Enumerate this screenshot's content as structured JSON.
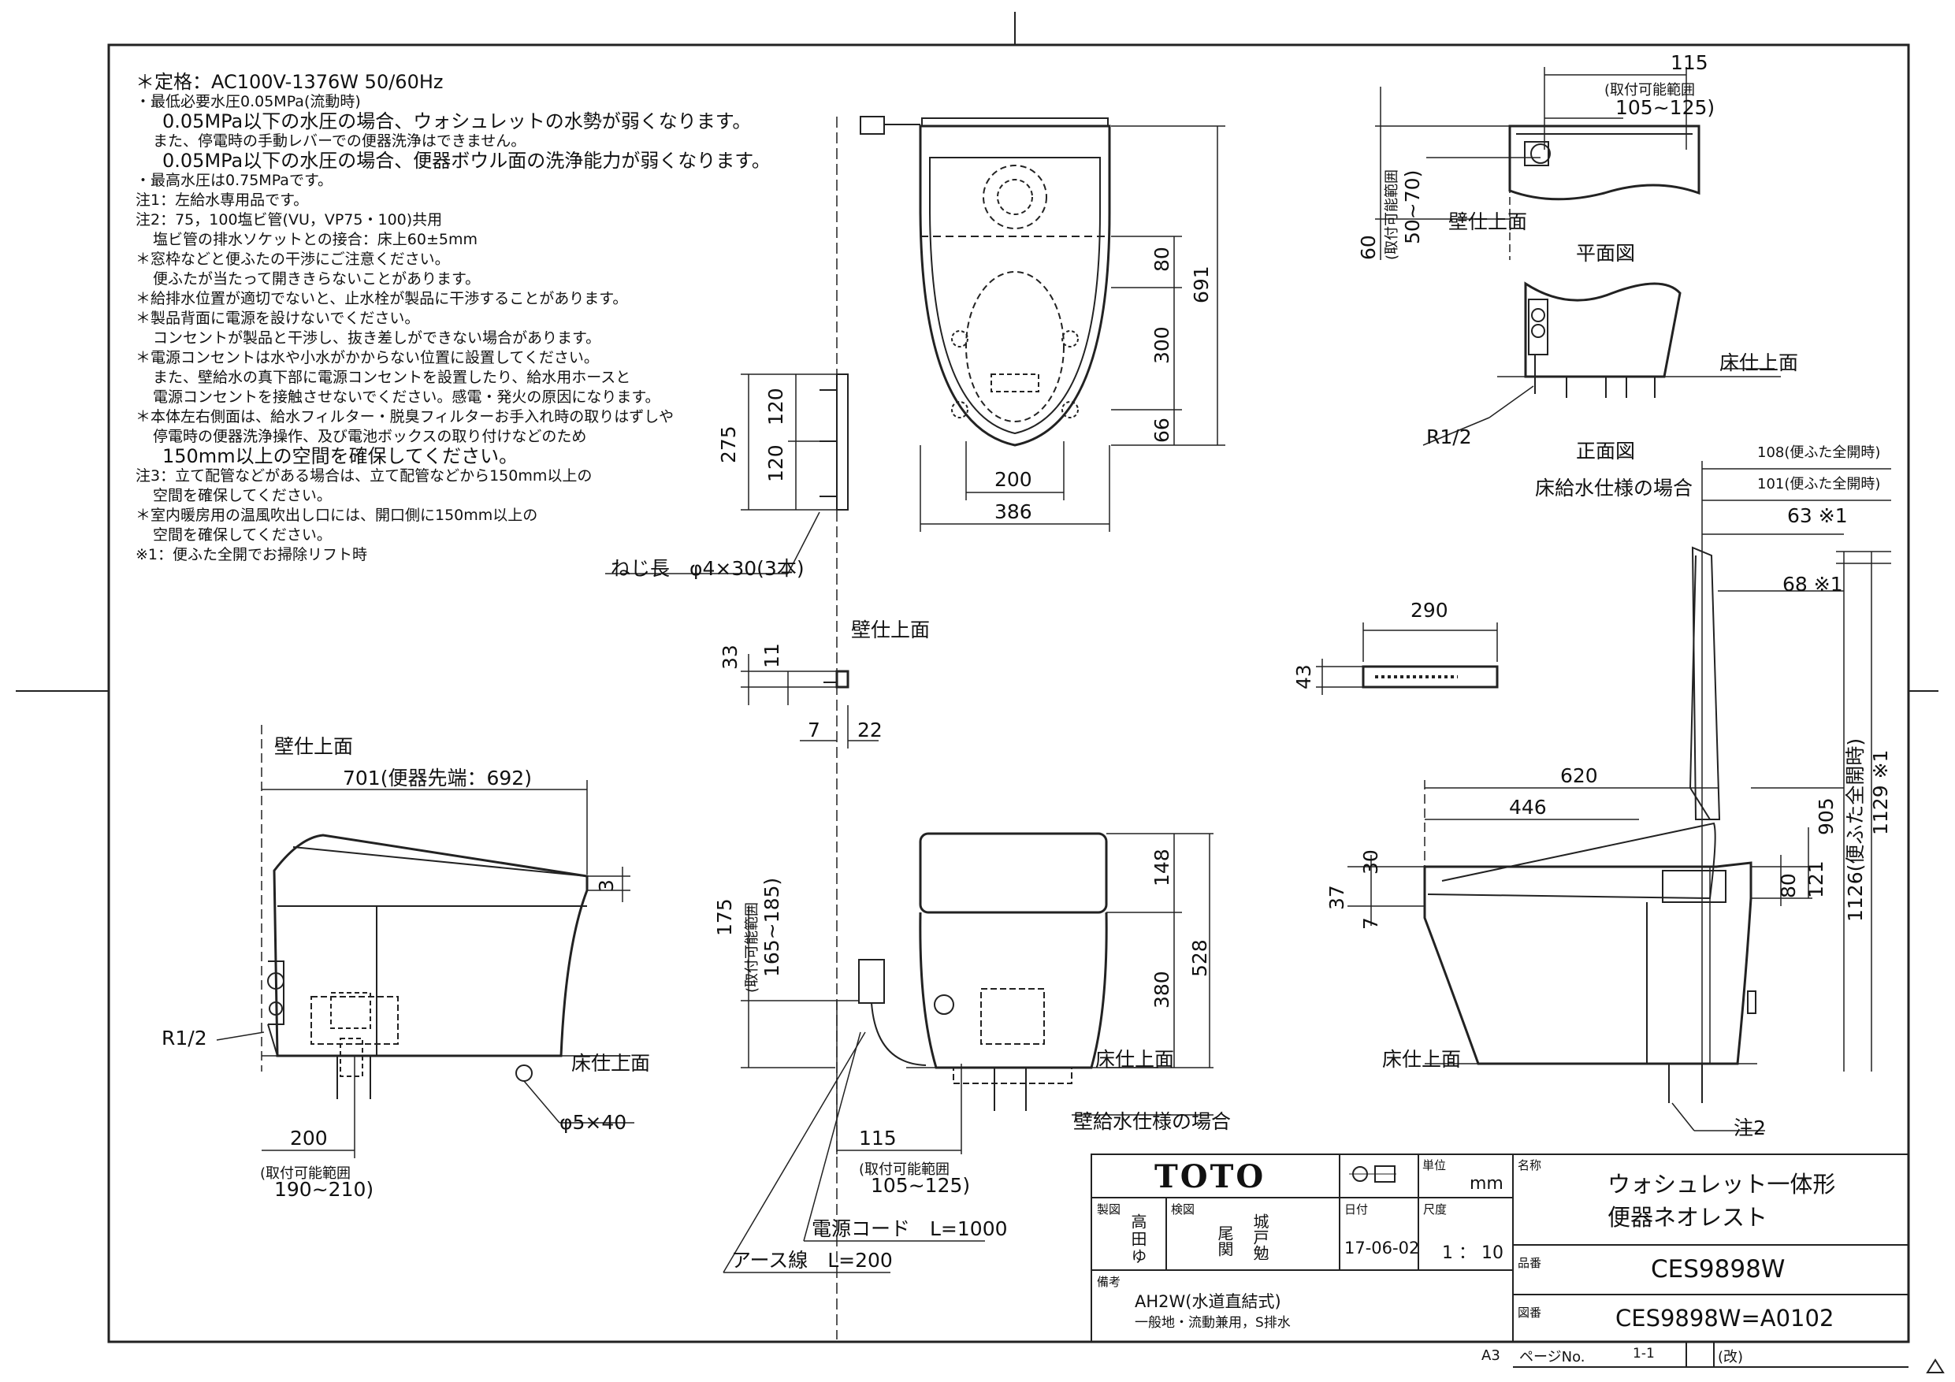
{
  "notes": [
    {
      "text": "＊定格：AC100V-1376W 50/60Hz",
      "big": true
    },
    {
      "text": "・最低必要水圧0.05MPa(流動時)",
      "big": false
    },
    {
      "text": "0.05MPa以下の水圧の場合、ウォシュレットの水勢が弱くなります。",
      "big": true
    },
    {
      "text": "また、停電時の手動レバーでの便器洗浄はできません。",
      "big": false
    },
    {
      "text": "0.05MPa以下の水圧の場合、便器ボウル面の洗浄能力が弱くなります。",
      "big": true
    },
    {
      "text": "・最高水圧は0.75MPaです。",
      "big": false
    },
    {
      "text": "注1：左給水専用品です。",
      "big": false
    },
    {
      "text": "注2：75，100塩ビ管(VU，VP75・100)共用",
      "big": false
    },
    {
      "text": "塩ビ管の排水ソケットとの接合：床上60±5mm",
      "big": false
    },
    {
      "text": "＊窓枠などと便ふたの干渉にご注意ください。",
      "big": false
    },
    {
      "text": "便ふたが当たって開ききらないことがあります。",
      "big": false
    },
    {
      "text": "＊給排水位置が適切でないと、止水栓が製品に干渉することがあります。",
      "big": false
    },
    {
      "text": "＊製品背面に電源を設けないでください。",
      "big": false
    },
    {
      "text": "コンセントが製品と干渉し、抜き差しができない場合があります。",
      "big": false
    },
    {
      "text": "＊電源コンセントは水や小水がかからない位置に設置してください。",
      "big": false
    },
    {
      "text": "また、壁給水の真下部に電源コンセントを設置したり、給水用ホースと",
      "big": false
    },
    {
      "text": "電源コンセントを接触させないでください。感電・発火の原因になります。",
      "big": false
    },
    {
      "text": "＊本体左右側面は、給水フィルター・脱臭フィルターお手入れ時の取りはずしや",
      "big": false
    },
    {
      "text": "停電時の便器洗浄操作、及び電池ボックスの取り付けなどのため",
      "big": false
    },
    {
      "text": "150mm以上の空間を確保してください。",
      "big": true
    },
    {
      "text": "注3：立て配管などがある場合は、立て配管などから150mm以上の",
      "big": false
    },
    {
      "text": "空間を確保してください。",
      "big": false
    },
    {
      "text": "＊室内暖房用の温風吹出し口には、開口側に150mm以上の",
      "big": false
    },
    {
      "text": "空間を確保してください。",
      "big": false
    },
    {
      "text": "※1：便ふた全開でお掃除リフト時",
      "big": false
    }
  ],
  "labels": {
    "wall_surface": "壁仕上面",
    "floor_surface": "床仕上面",
    "plan_view": "平面図",
    "front_view": "正面図",
    "floor_supply": "床給水仕様の場合",
    "wall_supply": "壁給水仕様の場合",
    "screw": "ねじ長　φ4×30(3本)",
    "r12": "R1/2",
    "phi540": "φ5×40",
    "power_cord": "電源コード　L=1000",
    "earth_wire": "アース線　L=200",
    "note2": "注2",
    "mountable_range": "(取付可能範囲",
    "lid_open_108": "108(便ふた全開時)",
    "lid_open_101": "101(便ふた全開時)",
    "dim_701": "701(便器先端：692)",
    "dim_1126": "1126(便ふた全開時)"
  },
  "dims": {
    "d115a": "115",
    "r105_125a": "105~125)",
    "d60": "60",
    "r50_70": "50~70)",
    "d691": "691",
    "d80a": "80",
    "d300": "300",
    "d66": "66",
    "d200a": "200",
    "d386": "386",
    "d275": "275",
    "d120a": "120",
    "d120b": "120",
    "d63": "63 ※1",
    "d68": "68 ※1",
    "d290": "290",
    "d43": "43",
    "d33": "33",
    "d11": "11",
    "d7a": "7",
    "d22": "22",
    "d3": "3",
    "d200b": "200",
    "r190_210": "190~210)",
    "d175": "175",
    "r165_185": "165~185)",
    "d148": "148",
    "d528": "528",
    "d380": "380",
    "d115b": "115",
    "r105_125b": "105~125)",
    "d620": "620",
    "d446": "446",
    "d30": "30",
    "d37": "37",
    "d7b": "7",
    "d80b": "80",
    "d121": "121",
    "d905": "905",
    "d1129": "1129 ※1"
  },
  "titleblock": {
    "brand": "TOTO",
    "unit_label": "単位",
    "unit": "mm",
    "drawn_label": "製図",
    "drawn": "高田ゆ",
    "checked_label": "検図",
    "checked1": "尾関",
    "checked2": "城戸勉",
    "date_label": "日付",
    "date": "17-06-02",
    "scale_label": "尺度",
    "scale": "1 ： 10",
    "name_label": "名称",
    "name1": "ウォシュレット一体形",
    "name2": "便器ネオレスト",
    "part_label": "品番",
    "part": "CES9898W",
    "remarks_label": "備考",
    "remarks1": "AH2W(水道直結式)",
    "remarks2": "一般地・流動兼用，S排水",
    "drawing_label": "図番",
    "drawing_no": "CES9898W=A0102",
    "sheet": "A3",
    "page_label": "ページNo.",
    "page": "1-1",
    "rev": "(改)"
  }
}
